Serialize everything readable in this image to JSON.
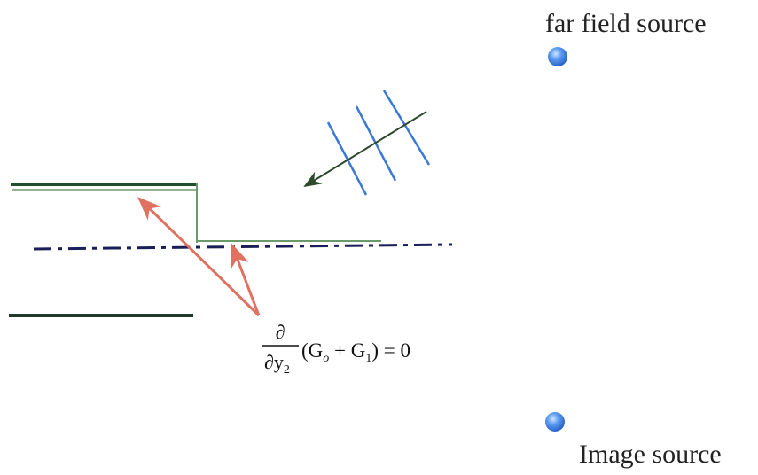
{
  "labels": {
    "far_field_source": "far field source",
    "image_source": "Image source"
  },
  "equation": {
    "partial_num": "∂",
    "partial_den": "∂y",
    "den_sub": "2",
    "open": "(G",
    "sub_o": "o",
    "plus": " + G",
    "sub_1": "1",
    "close": ") = 0"
  },
  "colors": {
    "wall": "#1f4f2e",
    "wall_thin": "#6a9a6a",
    "axis": "#1a1f5a",
    "arrow": "#e07060",
    "wave": "#3a78d8",
    "wave_dir": "#2d4a2d",
    "source": "#3a7fe0"
  }
}
